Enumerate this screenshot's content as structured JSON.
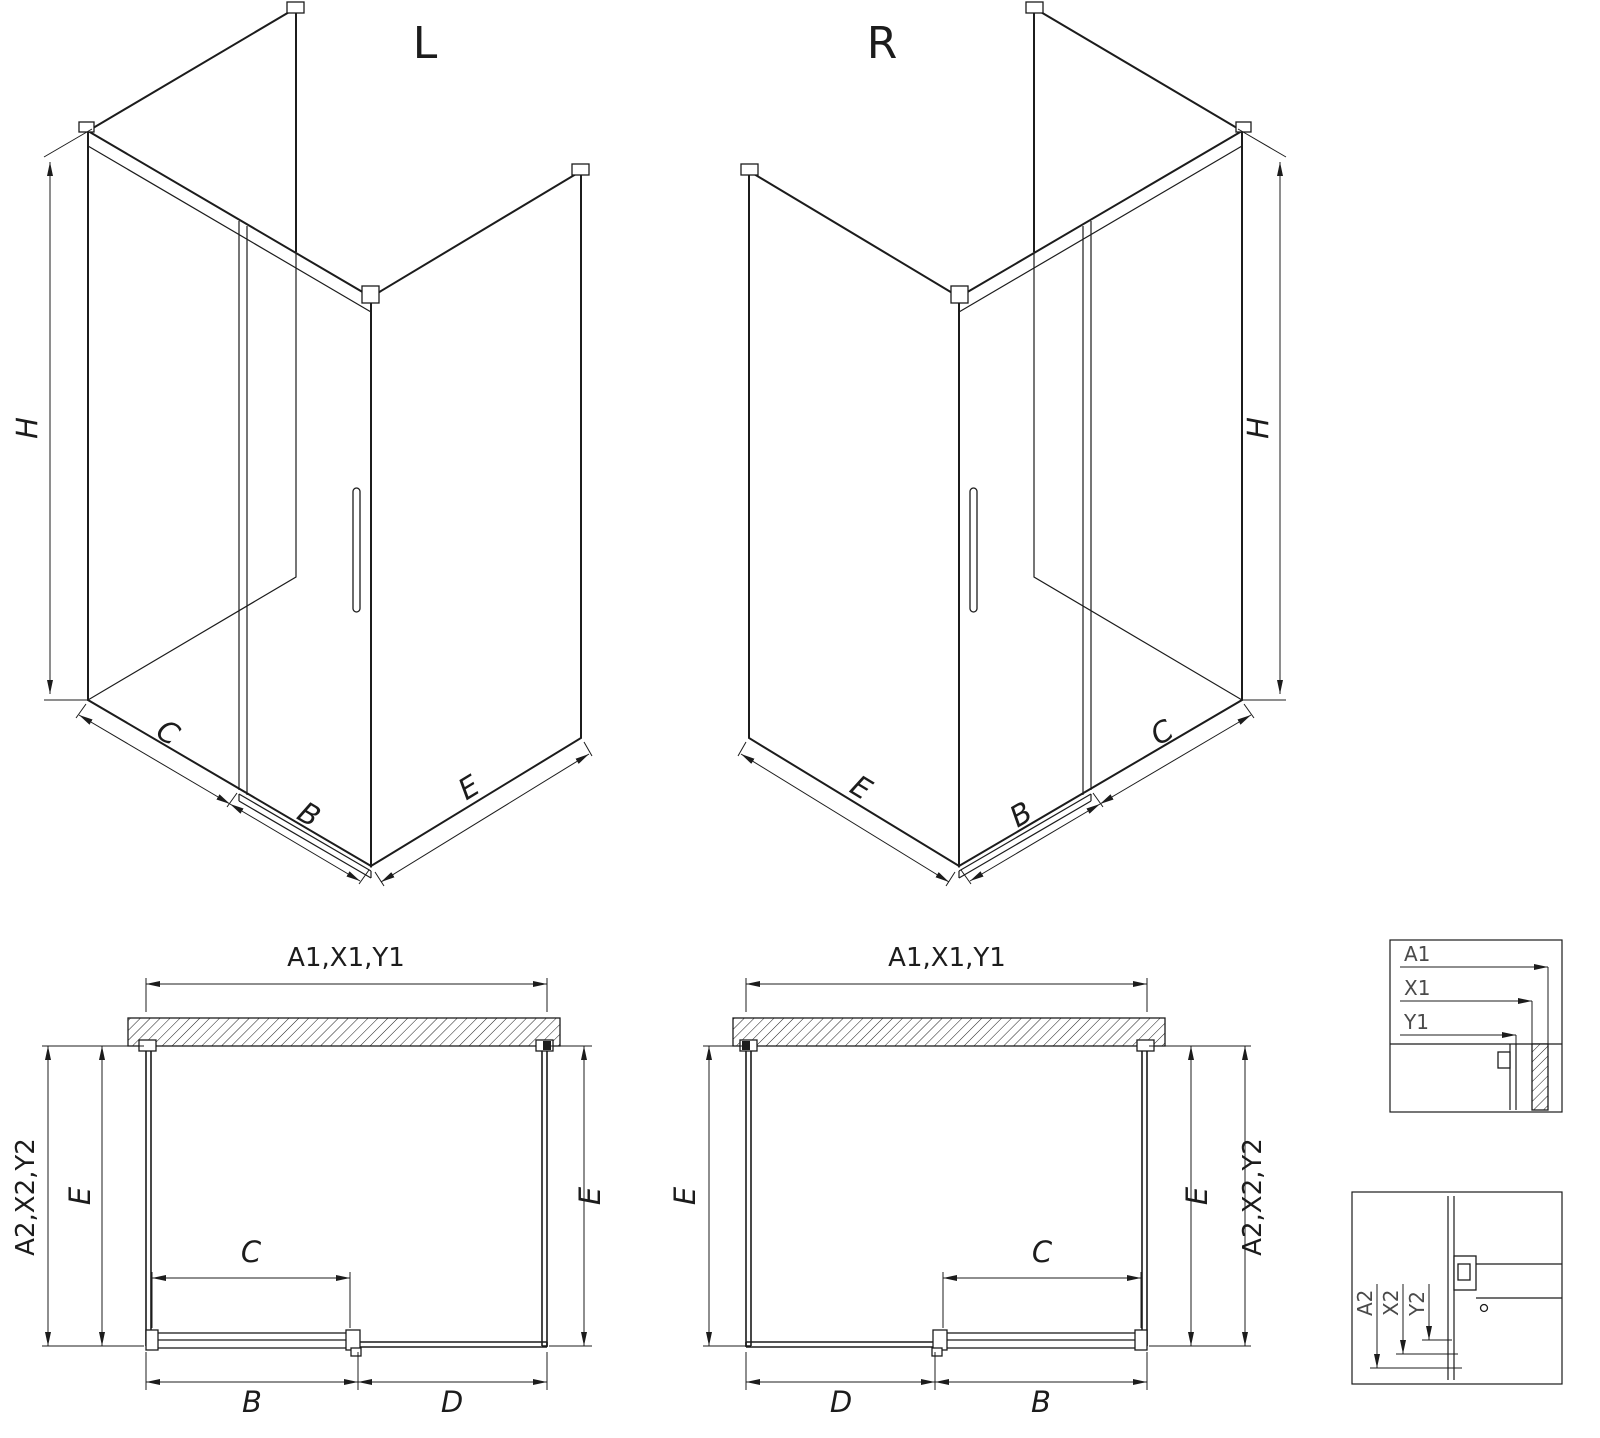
{
  "colors": {
    "line": "#1c1c1c",
    "detail_text": "#4a4a4a",
    "background": "#ffffff"
  },
  "views": {
    "iso_left": {
      "label": "L"
    },
    "iso_right": {
      "label": "R"
    }
  },
  "dimensions": {
    "h": "H",
    "c": "C",
    "b": "B",
    "e": "E",
    "d": "D",
    "width_refs": "A1,X1,Y1",
    "depth_refs": "A2,X2,Y2"
  },
  "details": {
    "top": {
      "a1": "A1",
      "x1": "X1",
      "y1": "Y1"
    },
    "bottom": {
      "a2": "A2",
      "x2": "X2",
      "y2": "Y2"
    }
  }
}
